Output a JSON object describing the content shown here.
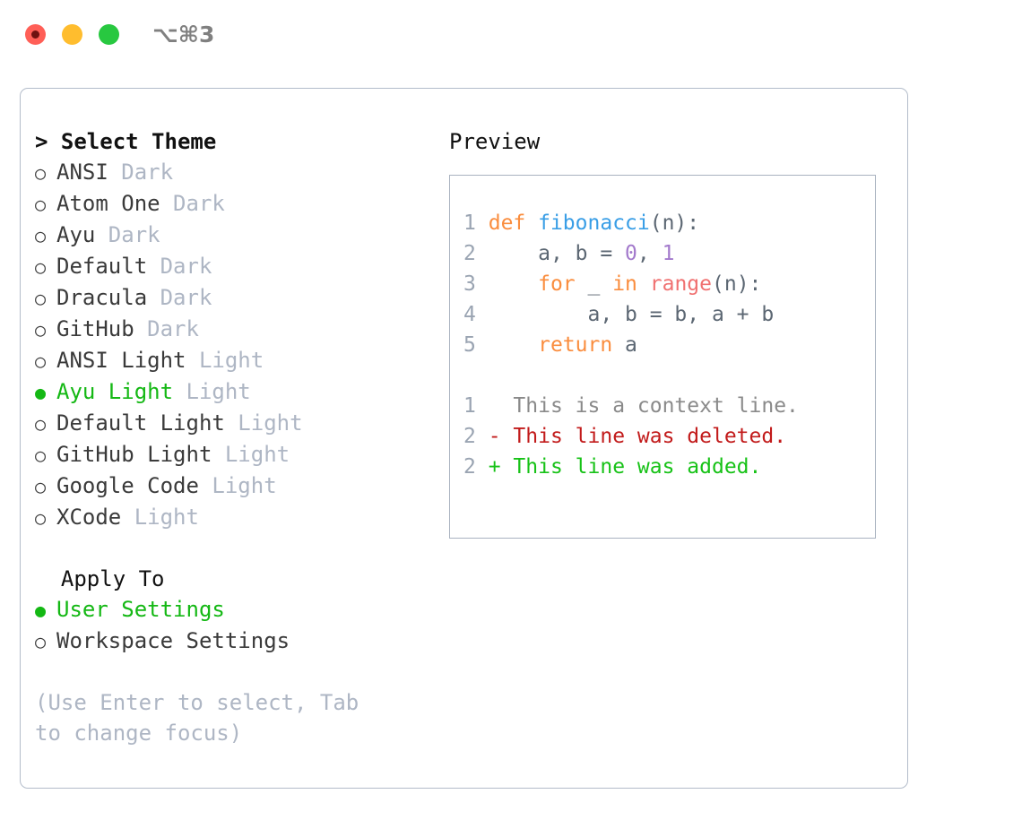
{
  "titlebar": {
    "shortcut": "⌥⌘3",
    "dots": [
      "close",
      "minimize",
      "maximize"
    ]
  },
  "theme_section": {
    "header": "> Select Theme",
    "items": [
      {
        "marker": "○",
        "label": "ANSI",
        "variant": "Dark",
        "selected": false
      },
      {
        "marker": "○",
        "label": "Atom One",
        "variant": "Dark",
        "selected": false
      },
      {
        "marker": "○",
        "label": "Ayu",
        "variant": "Dark",
        "selected": false
      },
      {
        "marker": "○",
        "label": "Default",
        "variant": "Dark",
        "selected": false
      },
      {
        "marker": "○",
        "label": "Dracula",
        "variant": "Dark",
        "selected": false
      },
      {
        "marker": "○",
        "label": "GitHub",
        "variant": "Dark",
        "selected": false
      },
      {
        "marker": "○",
        "label": "ANSI Light",
        "variant": "Light",
        "selected": false
      },
      {
        "marker": "●",
        "label": "Ayu Light",
        "variant": "Light",
        "selected": true
      },
      {
        "marker": "○",
        "label": "Default Light",
        "variant": "Light",
        "selected": false
      },
      {
        "marker": "○",
        "label": "GitHub Light",
        "variant": "Light",
        "selected": false
      },
      {
        "marker": "○",
        "label": "Google Code",
        "variant": "Light",
        "selected": false
      },
      {
        "marker": "○",
        "label": "XCode",
        "variant": "Light",
        "selected": false
      }
    ]
  },
  "apply_section": {
    "header": "  Apply To",
    "items": [
      {
        "marker": "●",
        "label": "User Settings",
        "selected": true
      },
      {
        "marker": "○",
        "label": "Workspace Settings",
        "selected": false
      }
    ]
  },
  "hint": "(Use Enter to select, Tab to change focus)",
  "preview": {
    "title": "Preview",
    "code_lines": [
      {
        "ln": "1",
        "tokens": [
          {
            "t": "def ",
            "c": "kw"
          },
          {
            "t": "fibonacci",
            "c": "fn"
          },
          {
            "t": "(n):",
            "c": "plain"
          }
        ]
      },
      {
        "ln": "2",
        "tokens": [
          {
            "t": "    a, b = ",
            "c": "plain"
          },
          {
            "t": "0",
            "c": "num"
          },
          {
            "t": ", ",
            "c": "plain"
          },
          {
            "t": "1",
            "c": "num"
          }
        ]
      },
      {
        "ln": "3",
        "tokens": [
          {
            "t": "    ",
            "c": "plain"
          },
          {
            "t": "for",
            "c": "kw"
          },
          {
            "t": " _ ",
            "c": "plain"
          },
          {
            "t": "in",
            "c": "kw"
          },
          {
            "t": " ",
            "c": "plain"
          },
          {
            "t": "range",
            "c": "builtin"
          },
          {
            "t": "(n):",
            "c": "plain"
          }
        ]
      },
      {
        "ln": "4",
        "tokens": [
          {
            "t": "        a, b = b, a + b",
            "c": "plain"
          }
        ]
      },
      {
        "ln": "5",
        "tokens": [
          {
            "t": "    ",
            "c": "plain"
          },
          {
            "t": "return",
            "c": "kw"
          },
          {
            "t": " a",
            "c": "plain"
          }
        ]
      }
    ],
    "diff_lines": [
      {
        "ln": "1",
        "sign": "  ",
        "text": "This is a context line.",
        "kind": "ctx"
      },
      {
        "ln": "2",
        "sign": "- ",
        "text": "This line was deleted.",
        "kind": "del"
      },
      {
        "ln": "2",
        "sign": "+ ",
        "text": "This line was added.",
        "kind": "add"
      }
    ]
  },
  "colors": {
    "selected_green": "#14b814",
    "muted": "#aeb6c4",
    "keyword_orange": "#fa8d3e",
    "function_blue": "#399ee6",
    "number_purple": "#a37acc",
    "builtin_red": "#f07171",
    "diff_delete": "#c21b1b",
    "diff_add": "#17c217",
    "panel_border": "#b3bcca"
  }
}
